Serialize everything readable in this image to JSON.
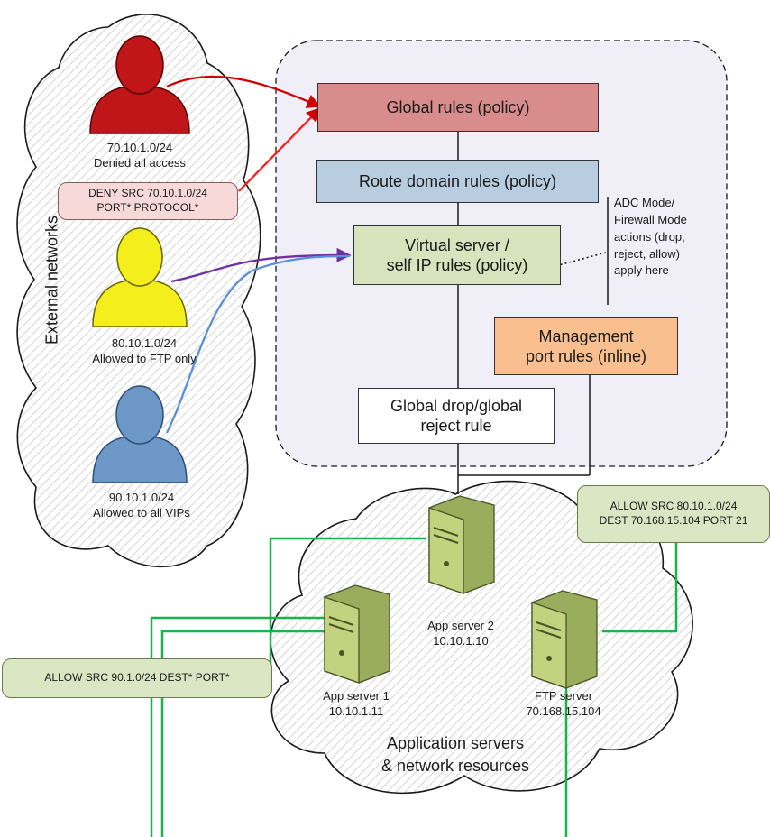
{
  "policy": {
    "global": "Global rules (policy)",
    "route_domain": "Route domain rules (policy)",
    "virtual_server_line1": "Virtual server /",
    "virtual_server_line2": "self IP rules (policy)",
    "management_line1": "Management",
    "management_line2": "port rules (inline)",
    "global_drop_line1": "Global drop/global",
    "global_drop_line2": "reject rule",
    "adc_note": [
      "ADC Mode/",
      "Firewall Mode",
      "actions (drop,",
      "reject, allow)",
      "apply here"
    ]
  },
  "external": {
    "title": "External networks",
    "red_net": "70.10.1.0/24",
    "red_desc": "Denied all access",
    "red_rule_line1": "DENY SRC 70.10.1.0/24",
    "red_rule_line2": "PORT* PROTOCOL*",
    "yellow_net": "80.10.1.0/24",
    "yellow_desc": "Allowed to FTP only",
    "blue_net": "90.10.1.0/24",
    "blue_desc": "Allowed to all VIPs"
  },
  "servers": {
    "app1_name": "App server 1",
    "app1_ip": "10.10.1.11",
    "app2_name": "App server 2",
    "app2_ip": "10.10.1.10",
    "ftp_name": "FTP server",
    "ftp_ip": "70.168.15.104",
    "cloud_line1": "Application servers",
    "cloud_line2": "& network resources"
  },
  "rules": {
    "allow_ftp_line1": "ALLOW SRC 80.10.1.0/24",
    "allow_ftp_line2": "DEST 70.168.15.104 PORT 21",
    "allow_all": "ALLOW SRC 90.1.0/24 DEST* PORT*"
  },
  "colors": {
    "global": "#d98c8c",
    "route_domain": "#b9cde0",
    "virtual_server": "#d7e4bd",
    "management": "#f9bf8f",
    "red_person": "#c0161a",
    "yellow_person": "#f4ef1c",
    "blue_person": "#6d97c7",
    "green_line": "#19b34a"
  }
}
